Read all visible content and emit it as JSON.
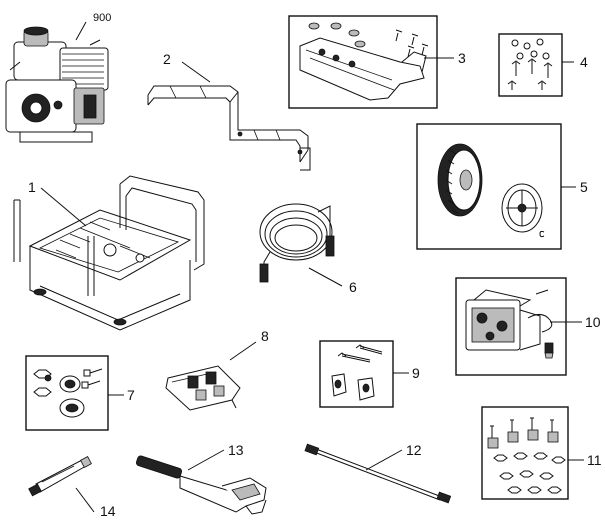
{
  "callouts": {
    "engine": "900",
    "handle": "2",
    "bracket_kit": "3",
    "hardware_kit_4": "4",
    "wheel_kit": "5",
    "frame": "1",
    "hose": "6",
    "pump": "10",
    "bearing_kit": "7",
    "nozzle_kit": "8",
    "knob_kit": "9",
    "spray_wand": "12",
    "spray_gun": "13",
    "nozzle": "14",
    "feet_kit": "11"
  }
}
